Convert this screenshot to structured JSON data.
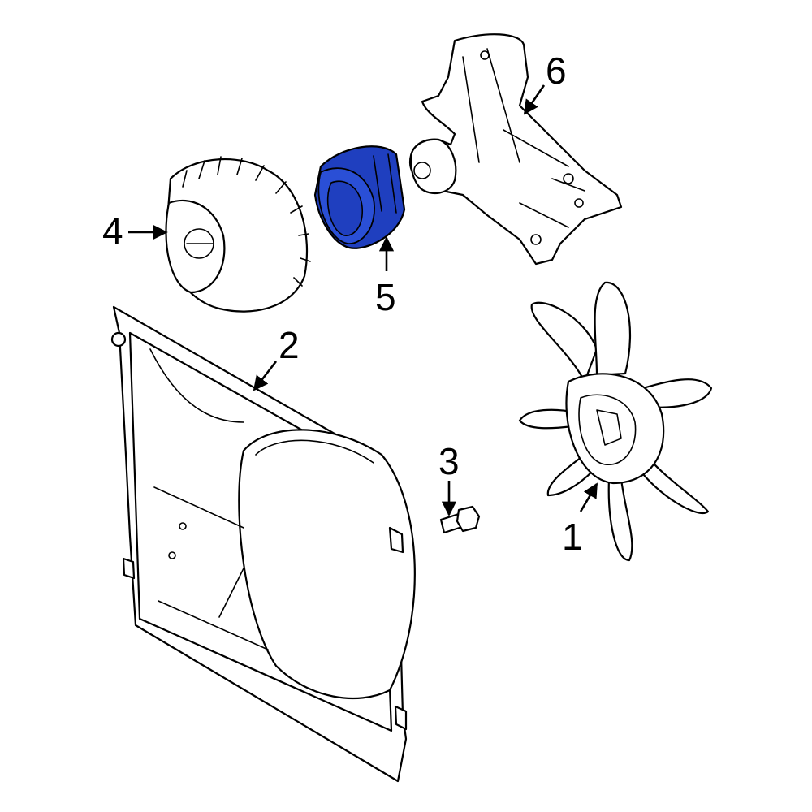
{
  "diagram": {
    "highlight_color": "#1f3fbf",
    "highlighted_part": "5",
    "callouts": [
      {
        "id": "c1",
        "label": "1"
      },
      {
        "id": "c2",
        "label": "2"
      },
      {
        "id": "c3",
        "label": "3"
      },
      {
        "id": "c4",
        "label": "4"
      },
      {
        "id": "c5",
        "label": "5"
      },
      {
        "id": "c6",
        "label": "6"
      }
    ]
  }
}
